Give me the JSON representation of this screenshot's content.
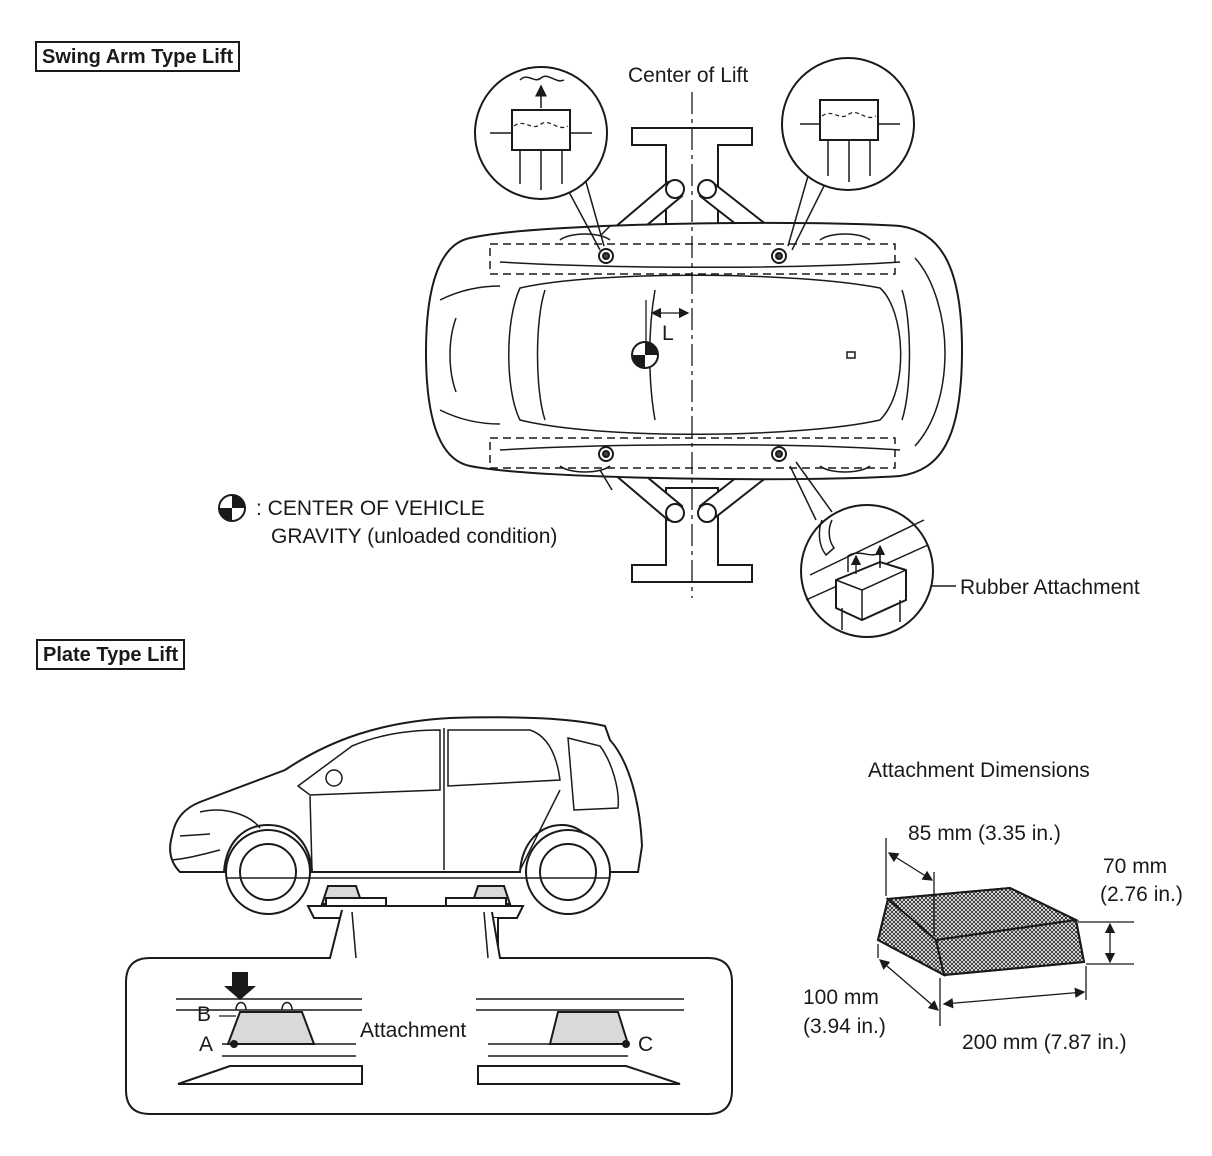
{
  "sections": {
    "swing_arm_title": "Swing Arm Type Lift",
    "plate_title": "Plate Type Lift"
  },
  "labels": {
    "center_of_lift": "Center of Lift",
    "dimension_L": "L",
    "cog_line1": ": CENTER OF VEHICLE",
    "cog_line2": "GRAVITY (unloaded condition)",
    "rubber_attachment": "Rubber Attachment",
    "attachment": "Attachment",
    "point_a": "A",
    "point_b": "B",
    "point_c": "C"
  },
  "dimensions": {
    "title": "Attachment Dimensions",
    "top_width": "85 mm (3.35 in.)",
    "height_mm": "70 mm",
    "height_in": "(2.76 in.)",
    "depth_mm": "100 mm",
    "depth_in": "(3.94 in.)",
    "length": "200 mm (7.87 in.)"
  }
}
